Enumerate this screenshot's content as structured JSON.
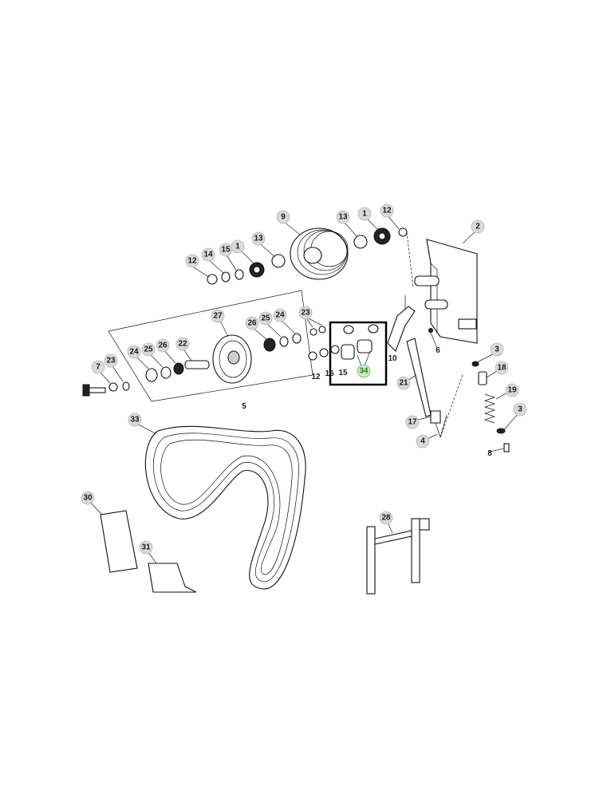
{
  "callouts": {
    "c12a": "12",
    "c14": "14",
    "c15a": "15",
    "c1a": "1",
    "c13a": "13",
    "c9": "9",
    "c13b": "13",
    "c1b": "1",
    "c12b": "12",
    "c2": "2",
    "c27": "27",
    "c26a": "26",
    "c25a": "25",
    "c24a": "24",
    "c23a": "23",
    "c24b": "24",
    "c25b": "25",
    "c26b": "26",
    "c22": "22",
    "c7": "7",
    "c23b": "23",
    "c6": "6",
    "c3a": "3",
    "c18": "18",
    "c19": "19",
    "c3b": "3",
    "c8": "8",
    "c21": "21",
    "c17": "17",
    "c4": "4",
    "c33": "33",
    "c30": "30",
    "c31": "31",
    "c28": "28",
    "c34": "34"
  },
  "labels": {
    "l12": "12",
    "l16": "16",
    "l15": "15",
    "l10": "10",
    "l5": "5"
  }
}
